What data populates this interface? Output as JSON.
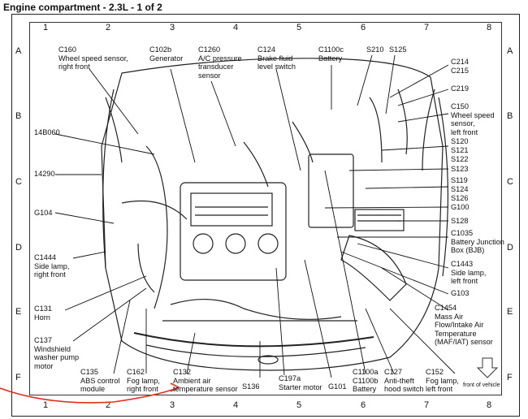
{
  "title": "Engine compartment - 2.3L - 1 of 2",
  "grid": {
    "columns": [
      "1",
      "2",
      "3",
      "4",
      "5",
      "6",
      "7",
      "8"
    ],
    "rows": [
      "A",
      "B",
      "C",
      "D",
      "E",
      "F"
    ]
  },
  "labels": {
    "c160": "C160\nWheel speed sensor,\nright front",
    "c102b": "C102b\nGenerator",
    "c1260": "C1260\nA/C pressure\ntransducer\nsensor",
    "c124": "C124\nBrake fluid\nlevel switch",
    "c1100c": "C1100c\nBattery",
    "s210": "S210",
    "s125": "S125",
    "c214": "C214",
    "c215": "C215",
    "c219": "C219",
    "c150": "C150\nWheel speed\nsensor,\nleft front",
    "s120": "S120",
    "s121": "S121",
    "s122": "S122",
    "s123": "S123",
    "s119": "S119",
    "s124": "S124",
    "s126": "S126",
    "g100": "G100",
    "s128": "S128",
    "c1035": "C1035\nBattery Junction\nBox (BJB)",
    "c1443": "C1443\nSide lamp,\nleft front",
    "g103": "G103",
    "c1454": "C1454\nMass Air\nFlow/Intake Air\nTemperature\n(MAF/IAT) sensor",
    "b14060": "14B060",
    "n14290": "14290",
    "g104": "G104",
    "c1444": "C1444\nSide lamp,\nright front",
    "c131": "C131\nHorn",
    "c137": "C137\nWindshield\nwasher pump\nmotor",
    "c135": "C135\nABS control\nmodule",
    "c162": "C162\nFog lamp,\nright front",
    "c132": "C132\nAmbient air\ntemperature sensor",
    "s136": "S136",
    "c197a": "C197a\nStarter motor",
    "g101": "G101",
    "c1100ab": "C1100a\nC1100b\nBattery",
    "c127": "C127\nAnti-theft\nhood switch",
    "c152": "C152\nFog lamp,\nleft front",
    "front": "front of vehicle"
  },
  "colors": {
    "annotation": "#e0301e",
    "ink": "#111111"
  }
}
